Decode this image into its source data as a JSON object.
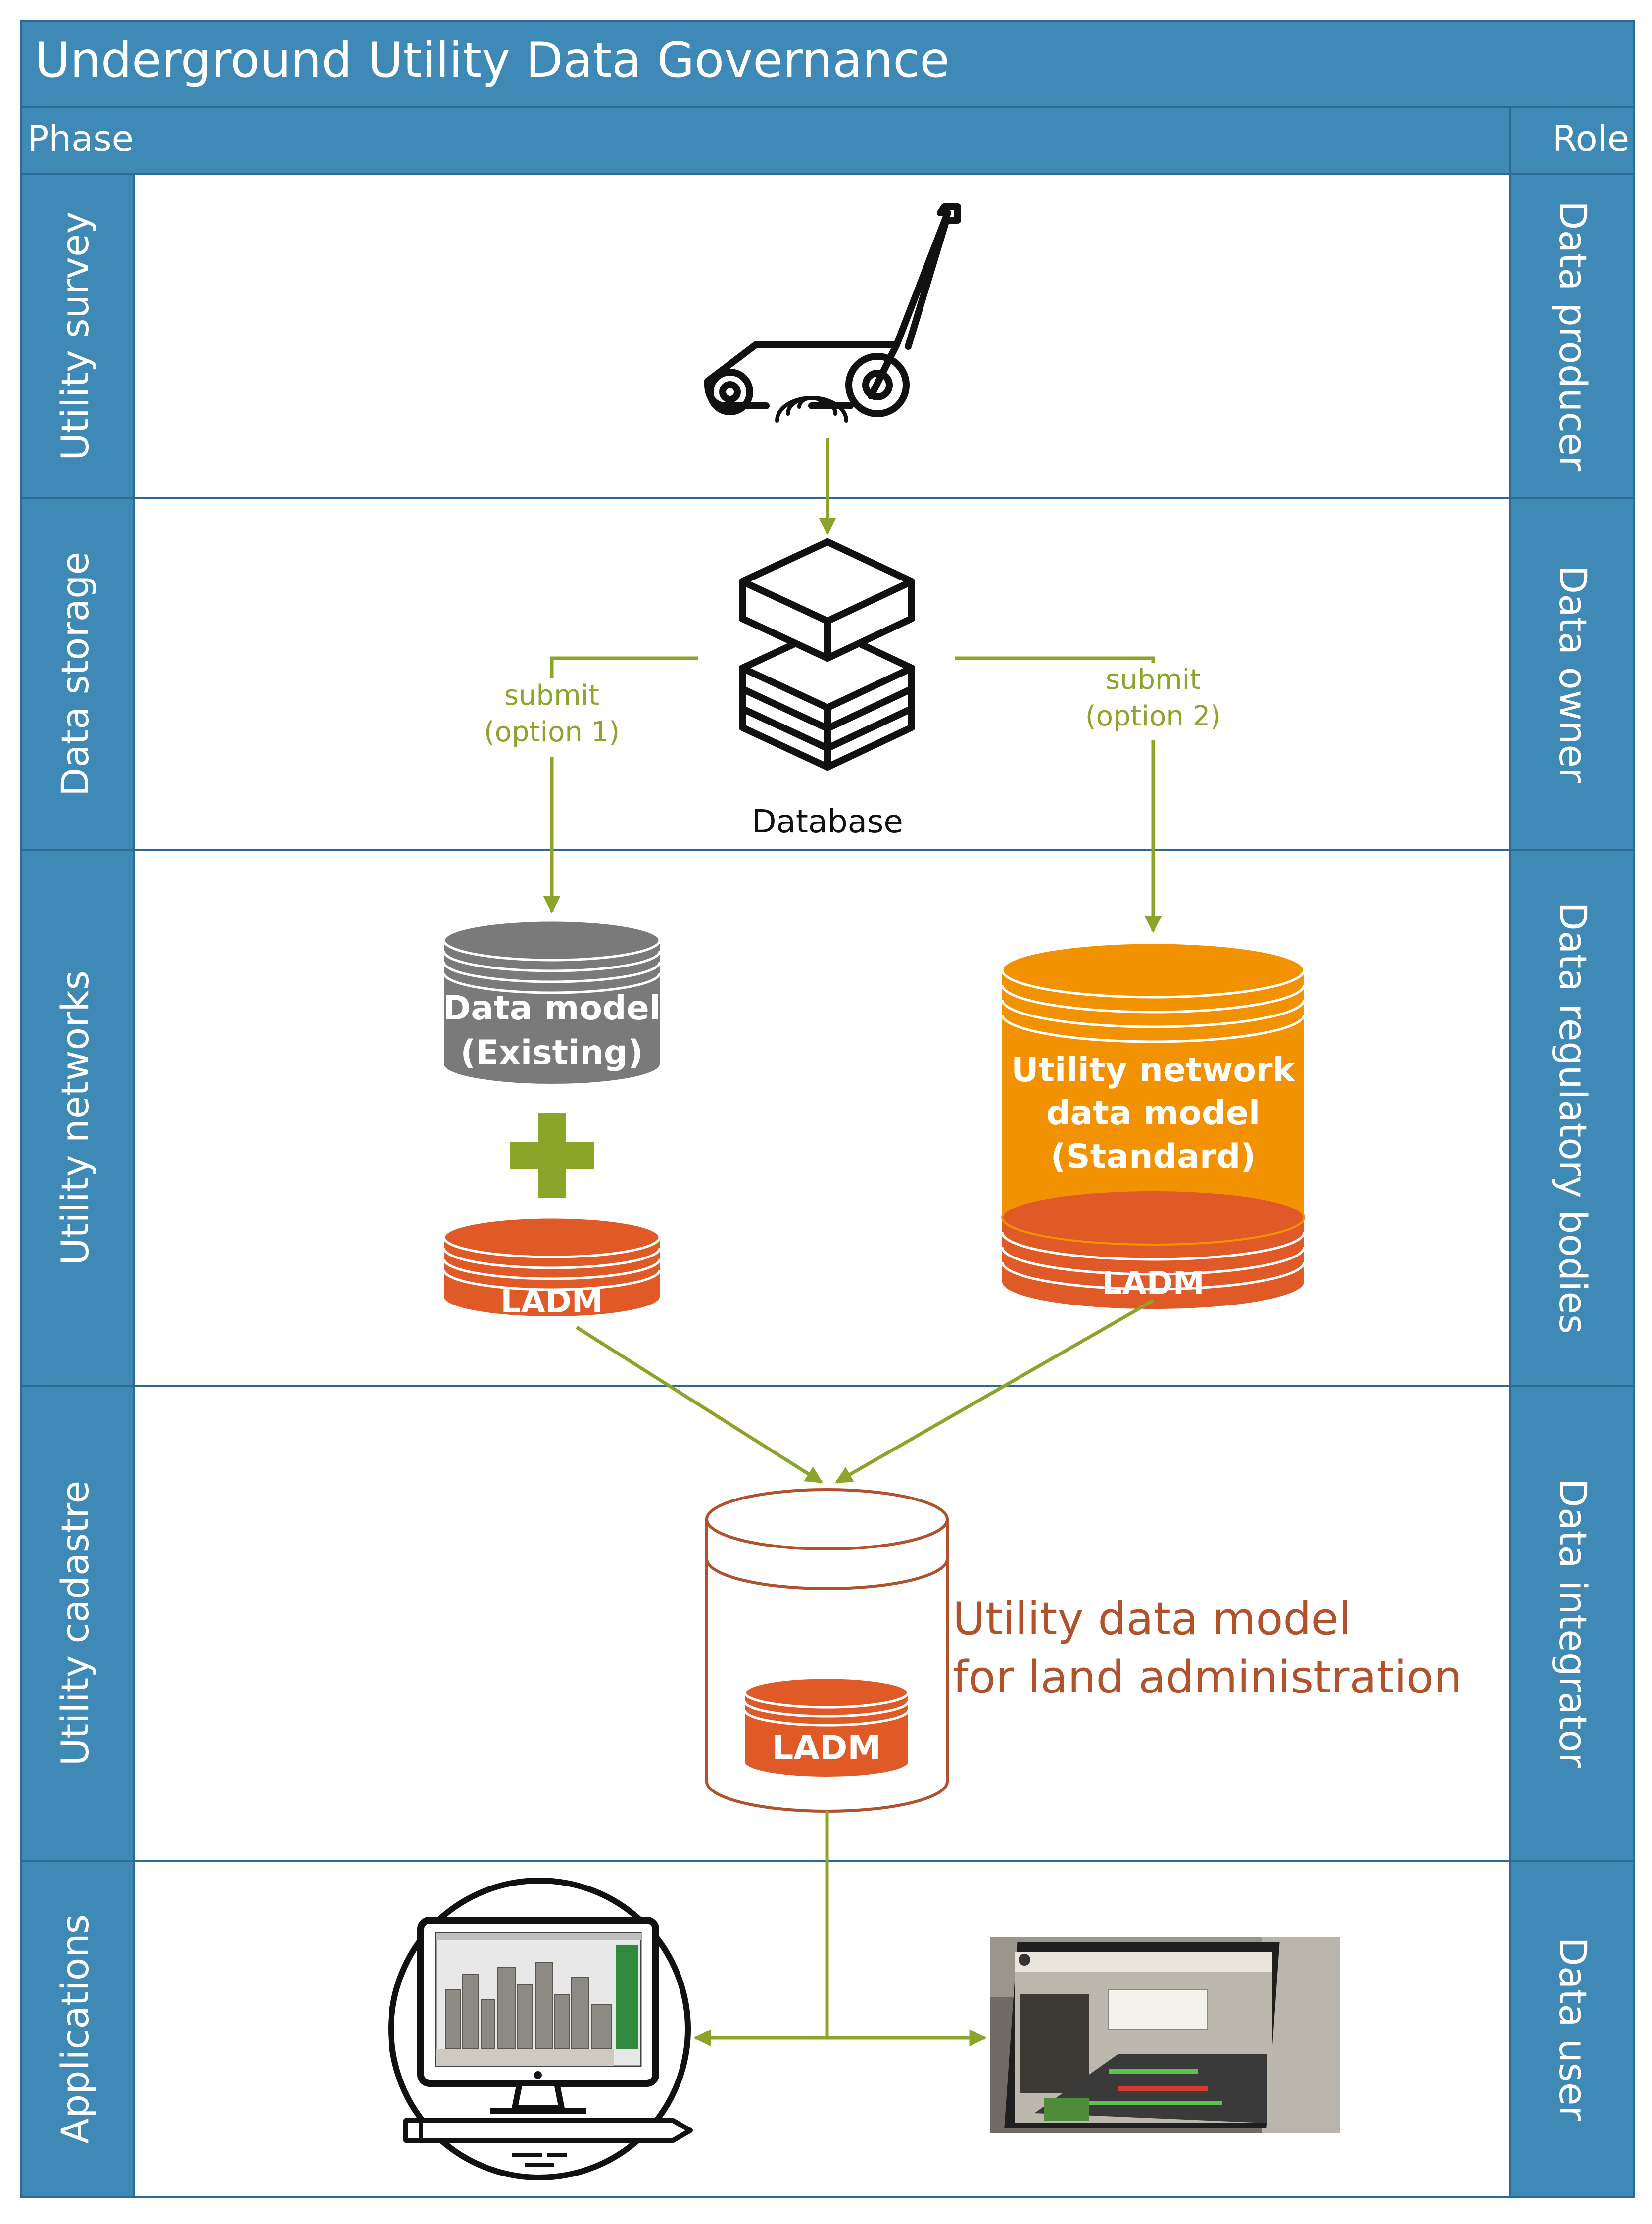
{
  "title": "Underground Utility Data Governance",
  "header": {
    "phase_label": "Phase",
    "role_label": "Role"
  },
  "lanes": [
    {
      "phase": "Utility survey",
      "role": "Data producer"
    },
    {
      "phase": "Data storage",
      "role": "Data owner"
    },
    {
      "phase": "Utility networks",
      "role": "Data regulatory bodies"
    },
    {
      "phase": "Utility cadastre",
      "role": "Data integrator"
    },
    {
      "phase": "Applications",
      "role": "Data user"
    }
  ],
  "survey": {
    "icon": "ground-penetrating-radar-cart-icon"
  },
  "storage": {
    "database_label": "Database",
    "option1": {
      "line1": "submit",
      "line2": "(option 1)"
    },
    "option2": {
      "line1": "submit",
      "line2": "(option 2)"
    }
  },
  "networks": {
    "existing_model": {
      "line1": "Data model",
      "line2": "(Existing)"
    },
    "plus_icon": "plus-icon",
    "ladm_left": "LADM",
    "standard_model": {
      "line1": "Utility network",
      "line2": "data model",
      "line3": "(Standard)"
    },
    "ladm_right": "LADM"
  },
  "cadastre": {
    "ladm": "LADM",
    "caption_line1": "Utility data model",
    "caption_line2": "for land administration"
  },
  "applications": {
    "desktop_icon": "desktop-3d-city-viewer-icon",
    "tablet_icon": "augmented-reality-tablet-icon"
  },
  "colors": {
    "header_blue": "#3f89b6",
    "arrow_green": "#8aa529",
    "existing_gray": "#7a7a7a",
    "standard_orange": "#f39200",
    "ladm_red": "#e05a28",
    "caption_brown": "#b0522c"
  }
}
